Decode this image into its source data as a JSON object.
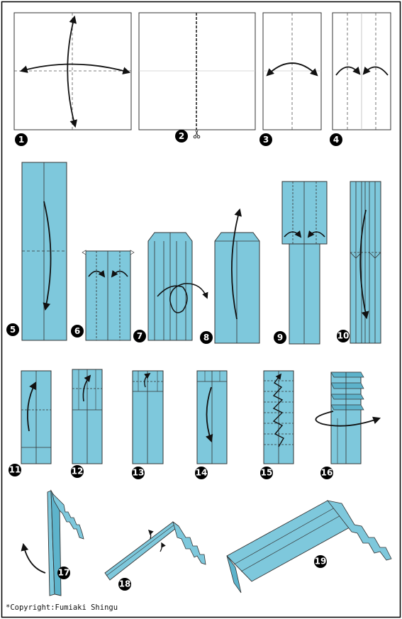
{
  "copyright": "*Copyright:Fumiaki Shingu",
  "step_numbers": [
    "1",
    "2",
    "3",
    "4",
    "5",
    "6",
    "7",
    "8",
    "9",
    "10",
    "11",
    "12",
    "13",
    "14",
    "15",
    "16",
    "17",
    "18",
    "19"
  ],
  "colors": {
    "paper": "#7ec8dc",
    "paper_dark": "#5db3cb",
    "line": "#1a1a1a",
    "frame": "#000000",
    "badge": "#000000"
  },
  "icons": {
    "scissors": "scissors-icon",
    "fold_arrow": "curved-arrow-icon"
  }
}
